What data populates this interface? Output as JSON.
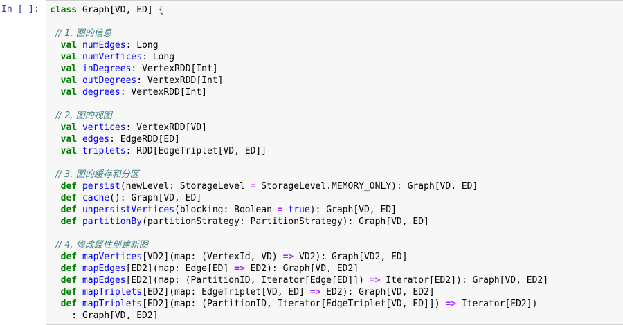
{
  "prompt": "In [ ]:",
  "lines": [
    [
      {
        "t": "kw",
        "v": "class"
      },
      {
        "t": "",
        "v": " Graph[VD, ED] {"
      }
    ],
    [],
    [
      {
        "t": "cm",
        "v": "  // 1, 图的信息"
      }
    ],
    [
      {
        "t": "kw",
        "v": "  val"
      },
      {
        "t": "",
        "v": " "
      },
      {
        "t": "fn",
        "v": "numEdges"
      },
      {
        "t": "",
        "v": ": Long"
      }
    ],
    [
      {
        "t": "kw",
        "v": "  val"
      },
      {
        "t": "",
        "v": " "
      },
      {
        "t": "fn",
        "v": "numVertices"
      },
      {
        "t": "",
        "v": ": Long"
      }
    ],
    [
      {
        "t": "kw",
        "v": "  val"
      },
      {
        "t": "",
        "v": " "
      },
      {
        "t": "fn",
        "v": "inDegrees"
      },
      {
        "t": "",
        "v": ": VertexRDD[Int]"
      }
    ],
    [
      {
        "t": "kw",
        "v": "  val"
      },
      {
        "t": "",
        "v": " "
      },
      {
        "t": "fn",
        "v": "outDegrees"
      },
      {
        "t": "",
        "v": ": VertexRDD[Int]"
      }
    ],
    [
      {
        "t": "kw",
        "v": "  val"
      },
      {
        "t": "",
        "v": " "
      },
      {
        "t": "fn",
        "v": "degrees"
      },
      {
        "t": "",
        "v": ": VertexRDD[Int]"
      }
    ],
    [],
    [
      {
        "t": "cm",
        "v": "  // 2, 图的视图"
      }
    ],
    [
      {
        "t": "kw",
        "v": "  val"
      },
      {
        "t": "",
        "v": " "
      },
      {
        "t": "fn",
        "v": "vertices"
      },
      {
        "t": "",
        "v": ": VertexRDD[VD]"
      }
    ],
    [
      {
        "t": "kw",
        "v": "  val"
      },
      {
        "t": "",
        "v": " "
      },
      {
        "t": "fn",
        "v": "edges"
      },
      {
        "t": "",
        "v": ": EdgeRDD[ED]"
      }
    ],
    [
      {
        "t": "kw",
        "v": "  val"
      },
      {
        "t": "",
        "v": " "
      },
      {
        "t": "fn",
        "v": "triplets"
      },
      {
        "t": "",
        "v": ": RDD[EdgeTriplet[VD, ED]]"
      }
    ],
    [],
    [
      {
        "t": "cm",
        "v": "  // 3, 图的缓存和分区"
      }
    ],
    [
      {
        "t": "kw",
        "v": "  def"
      },
      {
        "t": "",
        "v": " "
      },
      {
        "t": "fn",
        "v": "persist"
      },
      {
        "t": "",
        "v": "(newLevel: StorageLevel "
      },
      {
        "t": "op",
        "v": "="
      },
      {
        "t": "",
        "v": " StorageLevel.MEMORY_ONLY): Graph[VD, ED]"
      }
    ],
    [
      {
        "t": "kw",
        "v": "  def"
      },
      {
        "t": "",
        "v": " "
      },
      {
        "t": "fn",
        "v": "cache"
      },
      {
        "t": "",
        "v": "(): Graph[VD, ED]"
      }
    ],
    [
      {
        "t": "kw",
        "v": "  def"
      },
      {
        "t": "",
        "v": " "
      },
      {
        "t": "fn",
        "v": "unpersistVertices"
      },
      {
        "t": "",
        "v": "(blocking: Boolean "
      },
      {
        "t": "op",
        "v": "="
      },
      {
        "t": "",
        "v": " "
      },
      {
        "t": "kc",
        "v": "true"
      },
      {
        "t": "",
        "v": "): Graph[VD, ED]"
      }
    ],
    [
      {
        "t": "kw",
        "v": "  def"
      },
      {
        "t": "",
        "v": " "
      },
      {
        "t": "fn",
        "v": "partitionBy"
      },
      {
        "t": "",
        "v": "(partitionStrategy: PartitionStrategy): Graph[VD, ED]"
      }
    ],
    [],
    [
      {
        "t": "cm",
        "v": "  // 4, 修改属性创建新图"
      }
    ],
    [
      {
        "t": "kw",
        "v": "  def"
      },
      {
        "t": "",
        "v": " "
      },
      {
        "t": "fn",
        "v": "mapVertices"
      },
      {
        "t": "",
        "v": "[VD2](map: (VertexId, VD) "
      },
      {
        "t": "op",
        "v": "=>"
      },
      {
        "t": "",
        "v": " VD2): Graph[VD2, ED]"
      }
    ],
    [
      {
        "t": "kw",
        "v": "  def"
      },
      {
        "t": "",
        "v": " "
      },
      {
        "t": "fn",
        "v": "mapEdges"
      },
      {
        "t": "",
        "v": "[ED2](map: Edge[ED] "
      },
      {
        "t": "op",
        "v": "=>"
      },
      {
        "t": "",
        "v": " ED2): Graph[VD, ED2]"
      }
    ],
    [
      {
        "t": "kw",
        "v": "  def"
      },
      {
        "t": "",
        "v": " "
      },
      {
        "t": "fn",
        "v": "mapEdges"
      },
      {
        "t": "",
        "v": "[ED2](map: (PartitionID, Iterator[Edge[ED]]) "
      },
      {
        "t": "op",
        "v": "=>"
      },
      {
        "t": "",
        "v": " Iterator[ED2]): Graph[VD, ED2]"
      }
    ],
    [
      {
        "t": "kw",
        "v": "  def"
      },
      {
        "t": "",
        "v": " "
      },
      {
        "t": "fn",
        "v": "mapTriplets"
      },
      {
        "t": "",
        "v": "[ED2](map: EdgeTriplet[VD, ED] "
      },
      {
        "t": "op",
        "v": "=>"
      },
      {
        "t": "",
        "v": " ED2): Graph[VD, ED2]"
      }
    ],
    [
      {
        "t": "kw",
        "v": "  def"
      },
      {
        "t": "",
        "v": " "
      },
      {
        "t": "fn",
        "v": "mapTriplets"
      },
      {
        "t": "",
        "v": "[ED2](map: (PartitionID, Iterator[EdgeTriplet[VD, ED]]) "
      },
      {
        "t": "op",
        "v": "=>"
      },
      {
        "t": "",
        "v": " Iterator[ED2])"
      }
    ],
    [
      {
        "t": "",
        "v": "    : Graph[VD, ED2]"
      }
    ]
  ]
}
